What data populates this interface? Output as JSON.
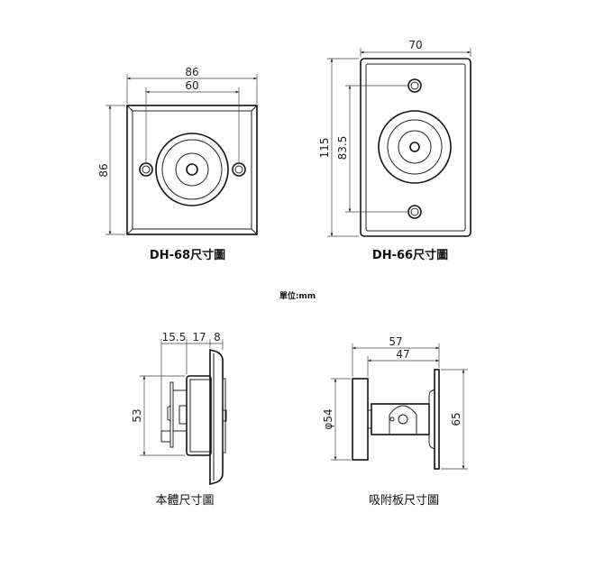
{
  "unit_label": "單位:mm",
  "dh68": {
    "caption": "DH-68尺寸圖",
    "width": "86",
    "hole_spacing": "60",
    "height": "86"
  },
  "dh66": {
    "caption": "DH-66尺寸圖",
    "width": "70",
    "height": "115",
    "hole_spacing": "83.5"
  },
  "body": {
    "caption": "本體尺寸圖",
    "dim_a": "15.5",
    "dim_b": "17",
    "dim_c": "8",
    "height": "53"
  },
  "plate": {
    "caption": "吸附板尺寸圖",
    "total_depth": "57",
    "bracket_depth": "47",
    "diameter": "φ54",
    "height": "65"
  }
}
